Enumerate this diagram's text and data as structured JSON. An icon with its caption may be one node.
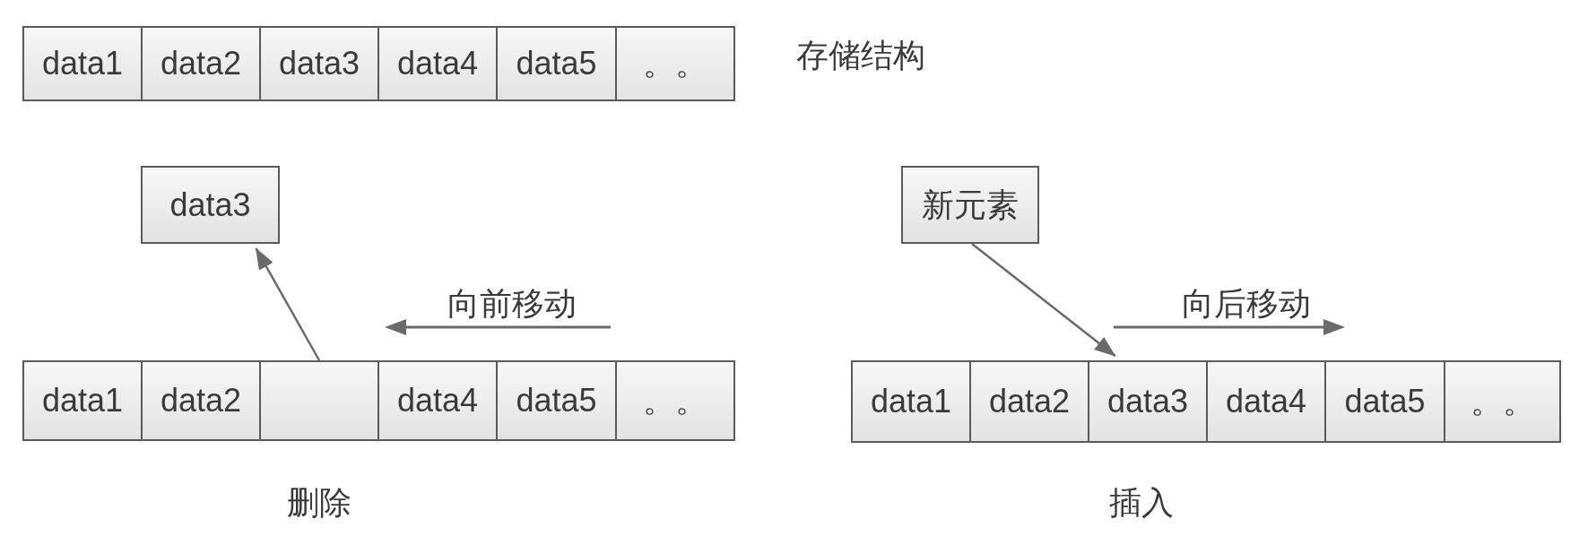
{
  "diagram": {
    "nodes": [
      {
        "text": [
          "data1"
        ]
      },
      {
        "text": [
          "data2"
        ]
      },
      {
        "text": [
          "data3"
        ]
      },
      {
        "text": [
          "data4"
        ]
      },
      {
        "text": [
          "data5"
        ]
      },
      {
        "text": [
          "。。"
        ]
      },
      {
        "text": [
          "data3"
        ]
      },
      {
        "text": [
          "新元素"
        ]
      },
      {
        "text": [
          "data1"
        ]
      },
      {
        "text": [
          "data2"
        ]
      },
      {
        "text": [],
        "shape": "box"
      },
      {
        "text": [
          "data4"
        ]
      },
      {
        "text": [
          "data5"
        ]
      },
      {
        "text": [
          "。。"
        ]
      },
      {
        "text": [
          "data1"
        ]
      },
      {
        "text": [
          "data2"
        ]
      },
      {
        "text": [
          "data3"
        ]
      },
      {
        "text": [
          "data4"
        ]
      },
      {
        "text": [
          "data5"
        ]
      },
      {
        "text": [
          "。。"
        ]
      }
    ],
    "edges": [
      {
        "from": 10,
        "to": 6,
        "arrow": "to"
      },
      {
        "from": 7,
        "to": 16,
        "arrow": "to"
      }
    ],
    "labels": [
      "存储结构",
      "向前移动",
      "向后移动",
      "删除",
      "插入"
    ]
  }
}
